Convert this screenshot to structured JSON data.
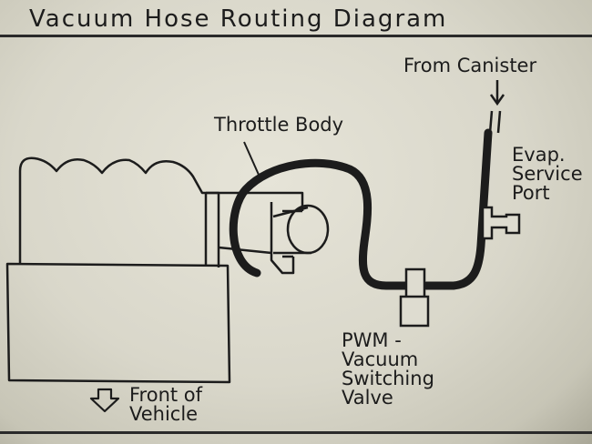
{
  "title": "Vacuum Hose Routing Diagram",
  "labels": {
    "from_canister": "From Canister",
    "throttle_body": "Throttle Body",
    "evap_port": [
      "Evap.",
      "Service",
      "Port"
    ],
    "pwm_valve": [
      "PWM -",
      "Vacuum",
      "Switching",
      "Valve"
    ],
    "front_of_vehicle": [
      "Front of",
      "Vehicle"
    ]
  },
  "colors": {
    "label_bg": "#dedcd0",
    "ink": "#1c1c1c"
  }
}
